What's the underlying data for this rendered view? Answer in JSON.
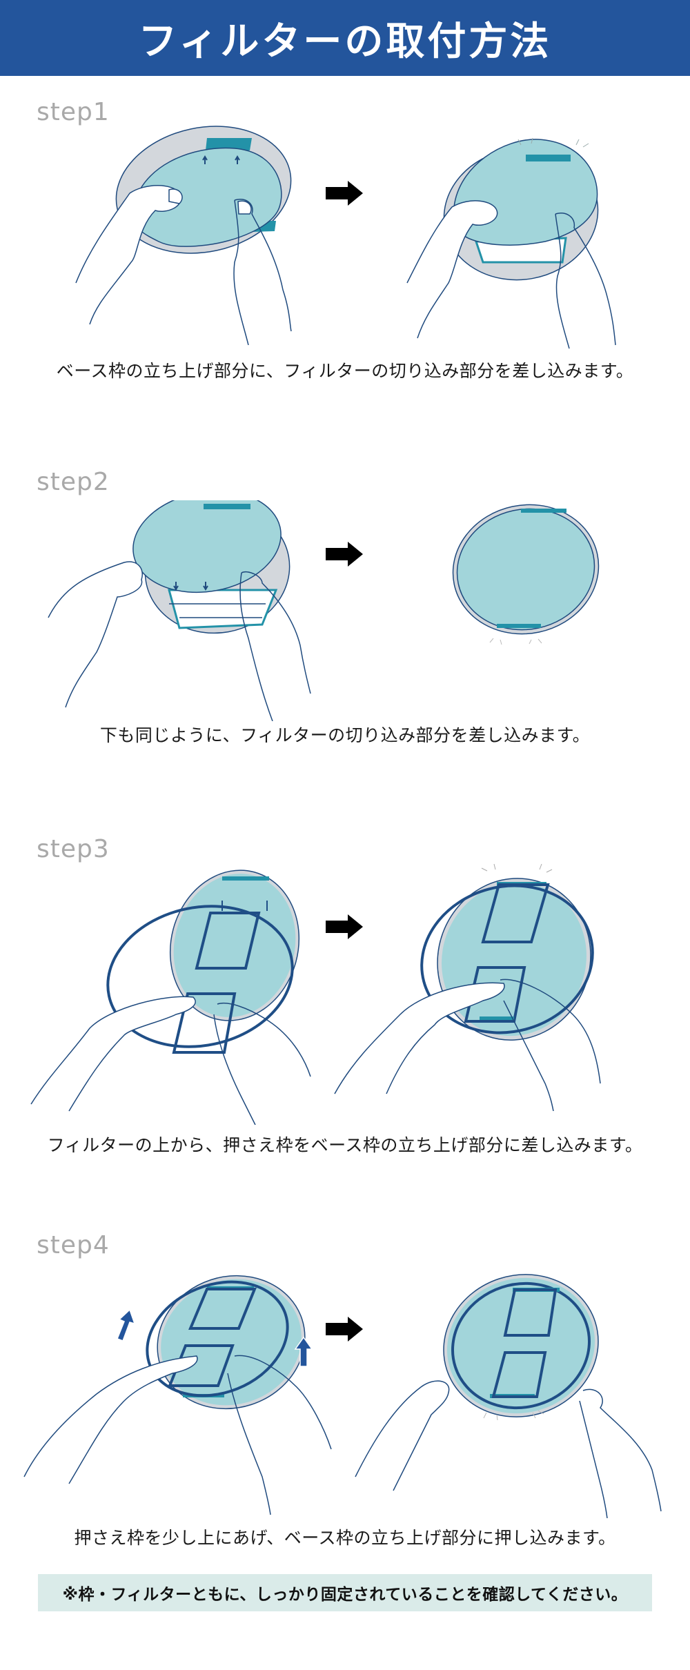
{
  "colors": {
    "header_bg": "#23559c",
    "step_label": "#a9a9a9",
    "filter_fill": "#a2d5da",
    "rim_teal": "#2392a8",
    "outline_navy": "#1f4a7e",
    "press_frame": "#1f4e86",
    "base_frame": "#d3d7dc",
    "note_bg": "#daebe9",
    "arrow": "#000000"
  },
  "header": {
    "title": "フィルターの取付方法"
  },
  "steps": [
    {
      "label": "step1",
      "caption": "ベース枠の立ち上げ部分に、フィルターの切り込み部分を差し込みます。",
      "arrow_icon": "right-arrow"
    },
    {
      "label": "step2",
      "caption": "下も同じように、フィルターの切り込み部分を差し込みます。",
      "arrow_icon": "right-arrow"
    },
    {
      "label": "step3",
      "caption": "フィルターの上から、押さえ枠をベース枠の立ち上げ部分に差し込みます。",
      "arrow_icon": "right-arrow"
    },
    {
      "label": "step4",
      "caption": "押さえ枠を少し上にあげ、ベース枠の立ち上げ部分に押し込みます。",
      "arrow_icon": "right-arrow"
    }
  ],
  "note": {
    "text": "※枠・フィルターともに、しっかり固定されていることを確認してください。"
  }
}
